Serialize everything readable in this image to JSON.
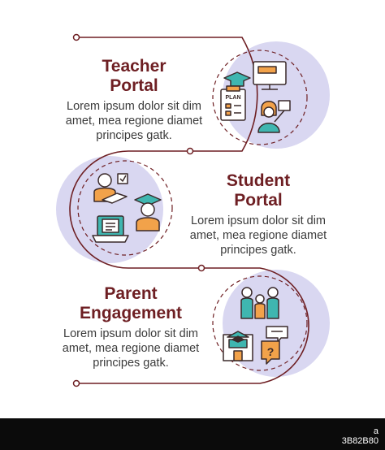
{
  "sections": [
    {
      "title_line1": "Teacher",
      "title_line2": "Portal",
      "body_line1": "Lorem ipsum dolor sit dim",
      "body_line2": "amet, mea regione diamet",
      "body_line3": "principes gatk.",
      "icon_labels": {
        "plan": "PLAN"
      }
    },
    {
      "title_line1": "Student",
      "title_line2": "Portal",
      "body_line1": "Lorem ipsum dolor sit dim",
      "body_line2": "amet, mea regione diamet",
      "body_line3": "principes gatk."
    },
    {
      "title_line1": "Parent",
      "title_line2": "Engagement",
      "body_line1": "Lorem ipsum dolor sit dim",
      "body_line2": "amet, mea regione diamet",
      "body_line3": "principes gatk."
    }
  ],
  "footer": {
    "line1": "a",
    "line2": "3B82B80"
  },
  "colors": {
    "title": "#6e1f23",
    "line": "#6e1f23",
    "circle_fill": "#d9d7f1",
    "accent_orange": "#f2a24a",
    "accent_teal": "#3fb6b0",
    "icon_stroke": "#3a2a2a"
  }
}
